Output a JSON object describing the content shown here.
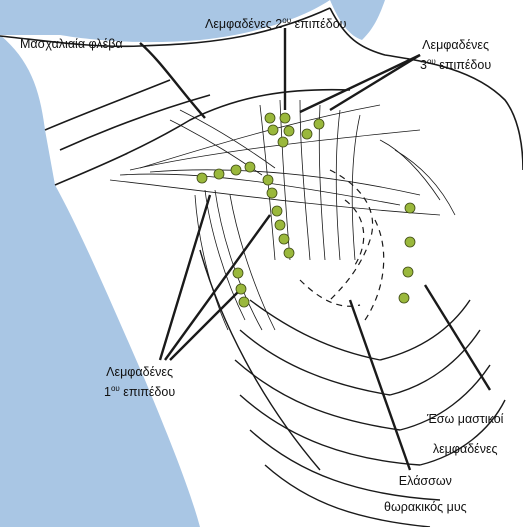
{
  "labels": {
    "axillary_vein": "Μασχαλιαία φλέβα",
    "level2_line1": "Λεμφαδένες 2",
    "level2_sup": "ου",
    "level2_line2": " επιπέδου",
    "level3_line1": "Λεμφαδένες",
    "level3_num": "3",
    "level3_sup": "ου",
    "level3_line2": " επιπέδου",
    "level1_line1": "Λεμφαδένες",
    "level1_num": "1",
    "level1_sup": "ου",
    "level1_line2": " επιπέδου",
    "internal_mammary_line1": "Έσω μαστικοί",
    "internal_mammary_line2": "λεμφαδένες",
    "pectoralis_minor_line1": "Ελάσσων",
    "pectoralis_minor_line2": "θωρακικός μυς"
  },
  "colors": {
    "background_blue": "#a9c6e4",
    "node_fill": "#9ab83c",
    "line": "#1a1a1a"
  }
}
